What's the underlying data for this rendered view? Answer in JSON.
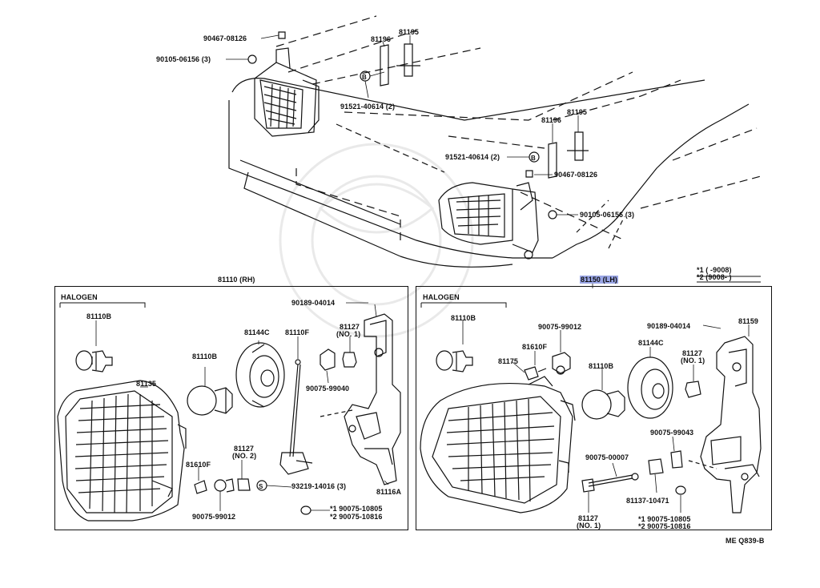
{
  "diagram": {
    "reference_code": "ME Q839-B",
    "panels": {
      "rh_title": "81110 (RH)",
      "lh_title": "81150 (LH)",
      "rh_group": "HALOGEN",
      "lh_group": "HALOGEN"
    },
    "note": {
      "line1": "*1  (        -9008)",
      "line2": "*2  (9008-        )"
    },
    "top_labels": {
      "a1": "90467-08126",
      "a2": "90105-06156 (3)",
      "a3": "81196",
      "a4": "81195",
      "a5": "91521-40614 (2)",
      "b1": "81196",
      "b2": "81195",
      "b3": "91521-40614 (2)",
      "b4": "90467-08126",
      "b5": "90105-06156 (3)"
    },
    "rh_labels": {
      "c1": "81110B",
      "c2": "90189-04014",
      "c3": "81127",
      "c3b": "(NO. 1)",
      "c4": "81144C",
      "c5": "81110F",
      "c6": "81110B",
      "c7": "81135",
      "c8": "90075-99040",
      "c9": "81610F",
      "c10": "81127",
      "c10b": "(NO. 2)",
      "c11": "93219-14016 (3)",
      "c12": "81116A",
      "c13": "90075-99012",
      "c14": "*1  90075-10805",
      "c15": "*2  90075-10816"
    },
    "lh_labels": {
      "d1": "81110B",
      "d2": "90075-99012",
      "d3": "90189-04014",
      "d4": "81159",
      "d5": "81610F",
      "d6": "81175",
      "d7": "81144C",
      "d8": "81127",
      "d8b": "(NO. 1)",
      "d9": "81110B",
      "d10": "90075-99043",
      "d11": "90075-00007",
      "d12": "81137-10471",
      "d13": "81127",
      "d13b": "(NO. 1)",
      "d14": "*1  90075-10805",
      "d15": "*2  90075-10816"
    }
  }
}
